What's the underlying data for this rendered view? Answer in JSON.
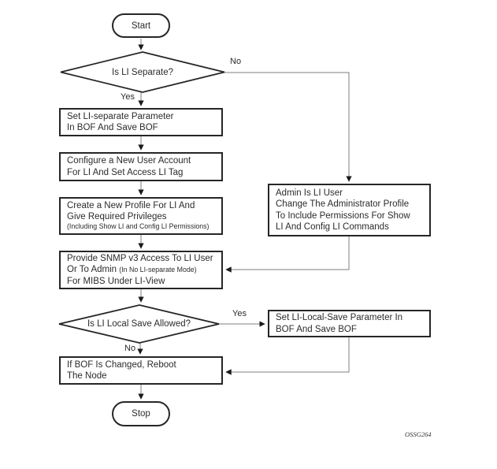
{
  "flowchart": {
    "terminals": {
      "start": "Start",
      "stop": "Stop"
    },
    "decisions": {
      "is_li_separate": {
        "question": "Is LI Separate?",
        "yes_label": "Yes",
        "no_label": "No"
      },
      "is_li_local_save": {
        "question": "Is LI Local Save Allowed?",
        "yes_label": "Yes",
        "no_label": "No"
      }
    },
    "processes": {
      "set_li_separate": {
        "lines": [
          "Set LI-separate Parameter",
          "In BOF And Save BOF"
        ]
      },
      "configure_user": {
        "lines": [
          "Configure a New User Account",
          "For LI And Set Access LI Tag"
        ]
      },
      "create_profile": {
        "lines": [
          "Create a New Profile For LI And",
          "Give Required Privileges"
        ],
        "note": "(Including Show LI and Config LI Permissions)"
      },
      "provide_snmp": {
        "line1": "Provide SNMP v3 Access To LI User",
        "line2_main": "Or To Admin",
        "line2_note": "(In No LI-separate Mode)",
        "line3": "For MIBS Under LI-View"
      },
      "admin_is_li_user": {
        "lines": [
          "Admin Is LI User",
          "Change The Administrator Profile",
          "To Include Permissions For Show",
          "LI And Config LI Commands"
        ]
      },
      "set_li_local_save": {
        "lines": [
          "Set LI-Local-Save Parameter In",
          "BOF And Save BOF"
        ]
      },
      "reboot_node": {
        "lines": [
          "If BOF Is Changed, Reboot",
          "The Node"
        ]
      }
    },
    "figure_id": "OSSG264",
    "colors": {
      "background": "#ffffff",
      "border": "#262626",
      "connector": "#7f7f7f",
      "arrowhead": "#1a1a1a",
      "text": "#2b2b2b"
    }
  }
}
